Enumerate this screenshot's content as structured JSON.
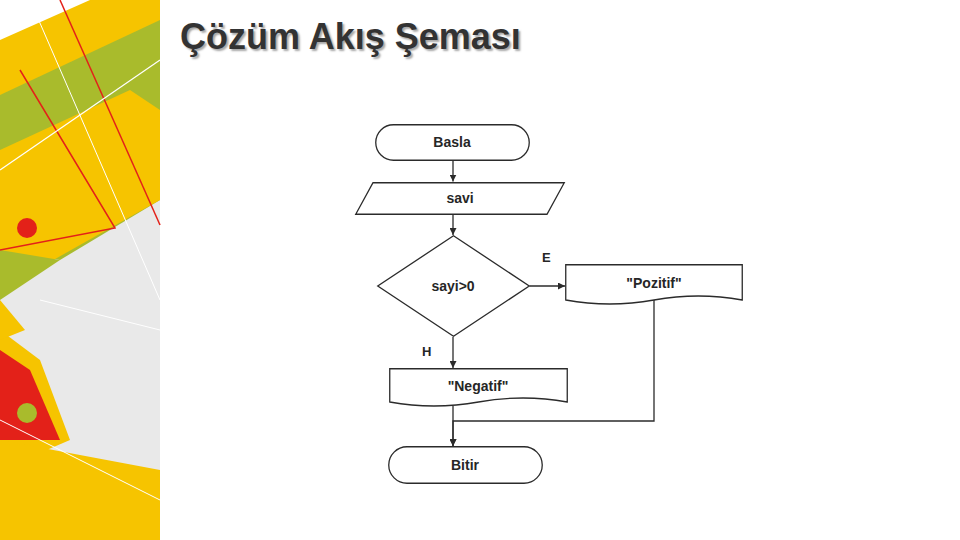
{
  "diagram": {
    "title": "Çözüm Akış Şeması",
    "nodes": [
      {
        "text": [
          "Basla"
        ]
      },
      {
        "text": [
          "savi"
        ]
      },
      {
        "text": [
          "sayi>0"
        ]
      },
      {
        "text": [
          "\"Pozitif\""
        ]
      },
      {
        "text": [
          "\"Negatif\""
        ]
      },
      {
        "text": [
          "Bitir"
        ]
      }
    ],
    "edges": [
      {
        "from": 0,
        "to": 1,
        "arrow": "to"
      },
      {
        "from": 1,
        "to": 2,
        "arrow": "to"
      },
      {
        "from": 2,
        "to": 3,
        "label": "E",
        "arrow": "to"
      },
      {
        "from": 2,
        "to": 4,
        "label": "H",
        "arrow": "to"
      },
      {
        "from": 3,
        "to": 5,
        "arrow": "to"
      },
      {
        "from": 4,
        "to": 5,
        "arrow": "to"
      }
    ]
  }
}
